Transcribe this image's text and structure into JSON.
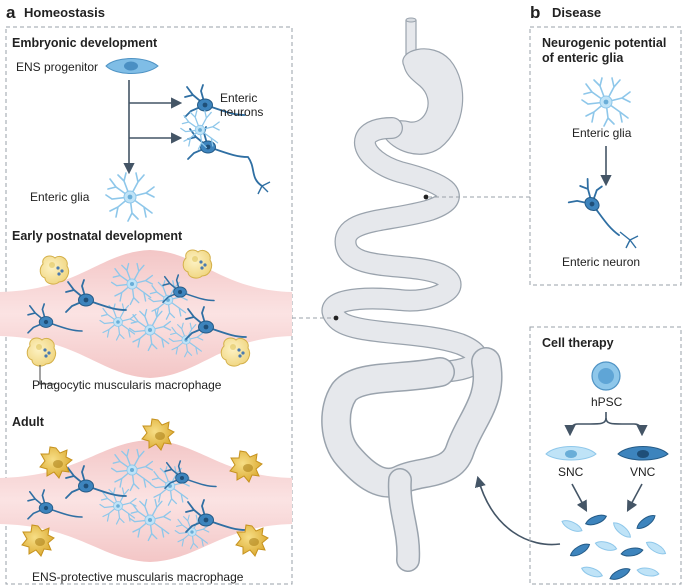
{
  "panel_a": {
    "letter": "a",
    "title": "Homeostasis",
    "embryonic": {
      "heading": "Embryonic development",
      "progenitor": "ENS progenitor",
      "neurons_line1": "Enteric",
      "neurons_line2": "neurons",
      "glia": "Enteric glia"
    },
    "postnatal": {
      "heading": "Early postnatal development",
      "macrophage": "Phagocytic muscularis macrophage"
    },
    "adult": {
      "heading": "Adult",
      "macrophage": "ENS-protective muscularis macrophage"
    }
  },
  "panel_b": {
    "letter": "b",
    "title": "Disease",
    "neurogenic": {
      "heading_line1": "Neurogenic potential",
      "heading_line2": "of enteric glia",
      "glia": "Enteric glia",
      "neuron": "Enteric neuron"
    },
    "therapy": {
      "heading": "Cell therapy",
      "hpsc": "hPSC",
      "snc": "SNC",
      "vnc": "VNC"
    }
  },
  "colors": {
    "neuron_dark": "#2f6fa3",
    "glia_light": "#a9d6f0",
    "muscle_pink": "#f6d2d2",
    "macrophage_yellow": "#e8bb3a",
    "gut_gray": "#e6e8ec",
    "arrow": "#445566"
  }
}
